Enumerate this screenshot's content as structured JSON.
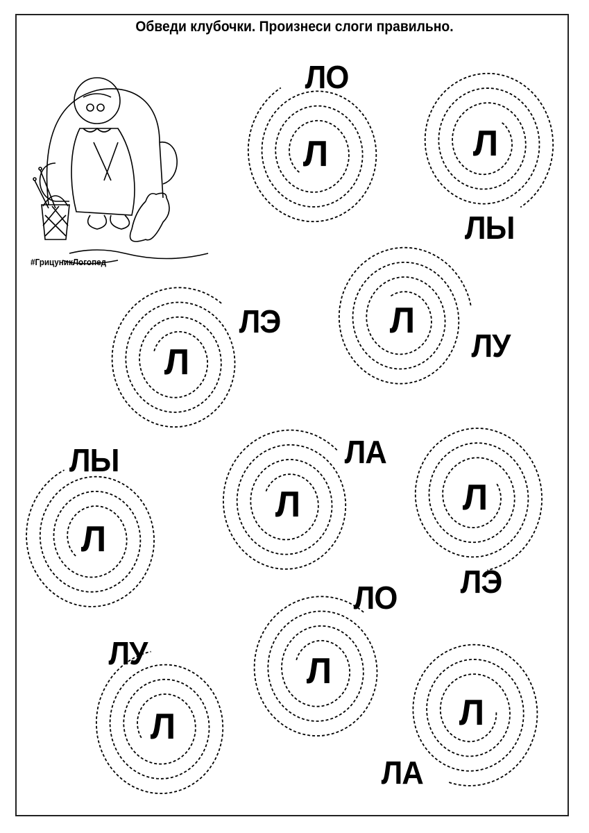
{
  "title": "Обведи клубочки. Произнеси слоги правильно.",
  "hashtag": "#ГрицуникЛогопед",
  "spirals": [
    {
      "center": "Л",
      "syllable": "ЛО"
    },
    {
      "center": "Л",
      "syllable": "ЛЫ"
    },
    {
      "center": "Л",
      "syllable": "ЛУ"
    },
    {
      "center": "Л",
      "syllable": "ЛЭ"
    },
    {
      "center": "Л",
      "syllable": "ЛА"
    },
    {
      "center": "Л",
      "syllable": "ЛЭ"
    },
    {
      "center": "Л",
      "syllable": "ЛЫ"
    },
    {
      "center": "Л",
      "syllable": "ЛО"
    },
    {
      "center": "Л",
      "syllable": "ЛУ"
    },
    {
      "center": "Л",
      "syllable": "ЛА"
    }
  ]
}
